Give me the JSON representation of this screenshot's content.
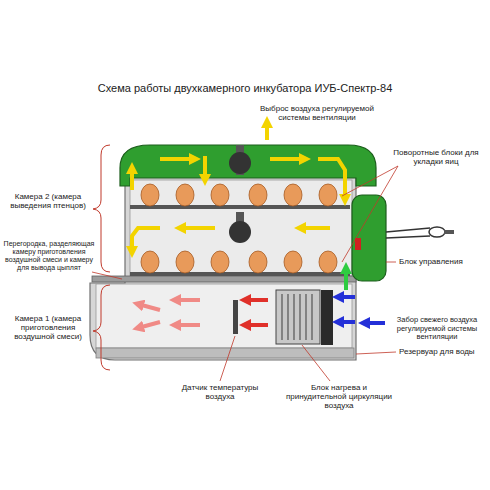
{
  "diagram": {
    "title": "Схема работы двухкамерного инкубатора ИУБ-Спектр-84",
    "labels": [
      "Выброс воздуха регулируемой системы вентиляции",
      "Поворотные блоки для укладки яиц",
      "Камера 2 (камера выведения птенцов)",
      "Перегородка, разделяющая камеру приготовления воздушной смеси и камеру для вывода цыплят",
      "Блок управления",
      "Камера 1 (камера приготовления воздушной смеси)",
      "Забор свежего воздуха регулируемой системы вентиляции",
      "Резервуар для воды",
      "Датчик температуры воздуха",
      "Блок нагрева и принудительной циркуляции воздуха"
    ]
  }
}
